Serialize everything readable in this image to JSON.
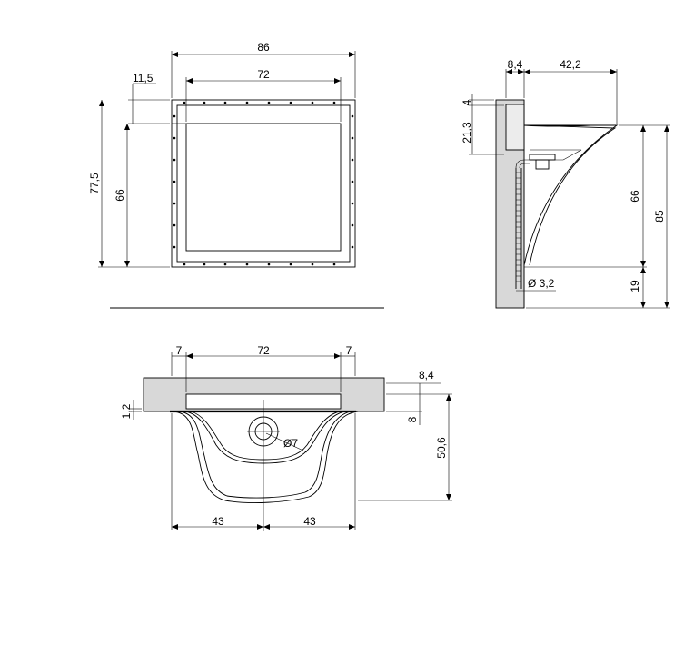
{
  "front_view": {
    "width_outer": "86",
    "width_inner": "72",
    "height_outer": "77,5",
    "height_inner": "66",
    "top_offset": "11,5"
  },
  "side_view": {
    "wall_thickness": "8,4",
    "depth": "42,2",
    "top_gap": "4",
    "upper_height": "21,3",
    "basin_height": "66",
    "total_height": "85",
    "bottom_height": "19",
    "pipe_diameter": "Ø 3,2"
  },
  "top_view": {
    "left_margin": "7",
    "inner_width": "72",
    "right_margin": "7",
    "top_thickness": "8,4",
    "rim": "1,2",
    "drain_offset": "8",
    "depth": "50,6",
    "drain_diameter": "Ø7",
    "half_left": "43",
    "half_right": "43"
  }
}
